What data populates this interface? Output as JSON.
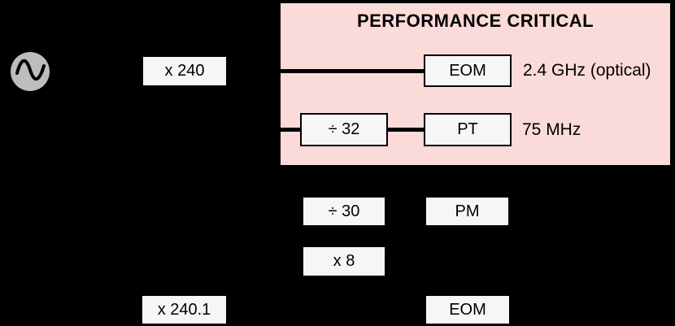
{
  "diagram": {
    "title": "PERFORMANCE CRITICAL",
    "colors": {
      "background": "#000000",
      "region_fill": "#fbdada",
      "region_border": "#000000",
      "box_fill": "#f6f6f6",
      "box_border": "#000000",
      "line": "#000000",
      "oscillator_fill": "#bdbdbd"
    },
    "oscillator": {
      "icon": "sine-wave-icon"
    },
    "boxes": [
      {
        "label": "x 240"
      },
      {
        "label": "EOM"
      },
      {
        "label": "÷ 32"
      },
      {
        "label": "PT"
      },
      {
        "label": "÷ 30"
      },
      {
        "label": "PM"
      },
      {
        "label": "x 8"
      },
      {
        "label": "x 240.1"
      },
      {
        "label": "EOM"
      }
    ],
    "annotations": [
      {
        "text": "2.4 GHz (optical)"
      },
      {
        "text": "75 MHz"
      }
    ]
  }
}
